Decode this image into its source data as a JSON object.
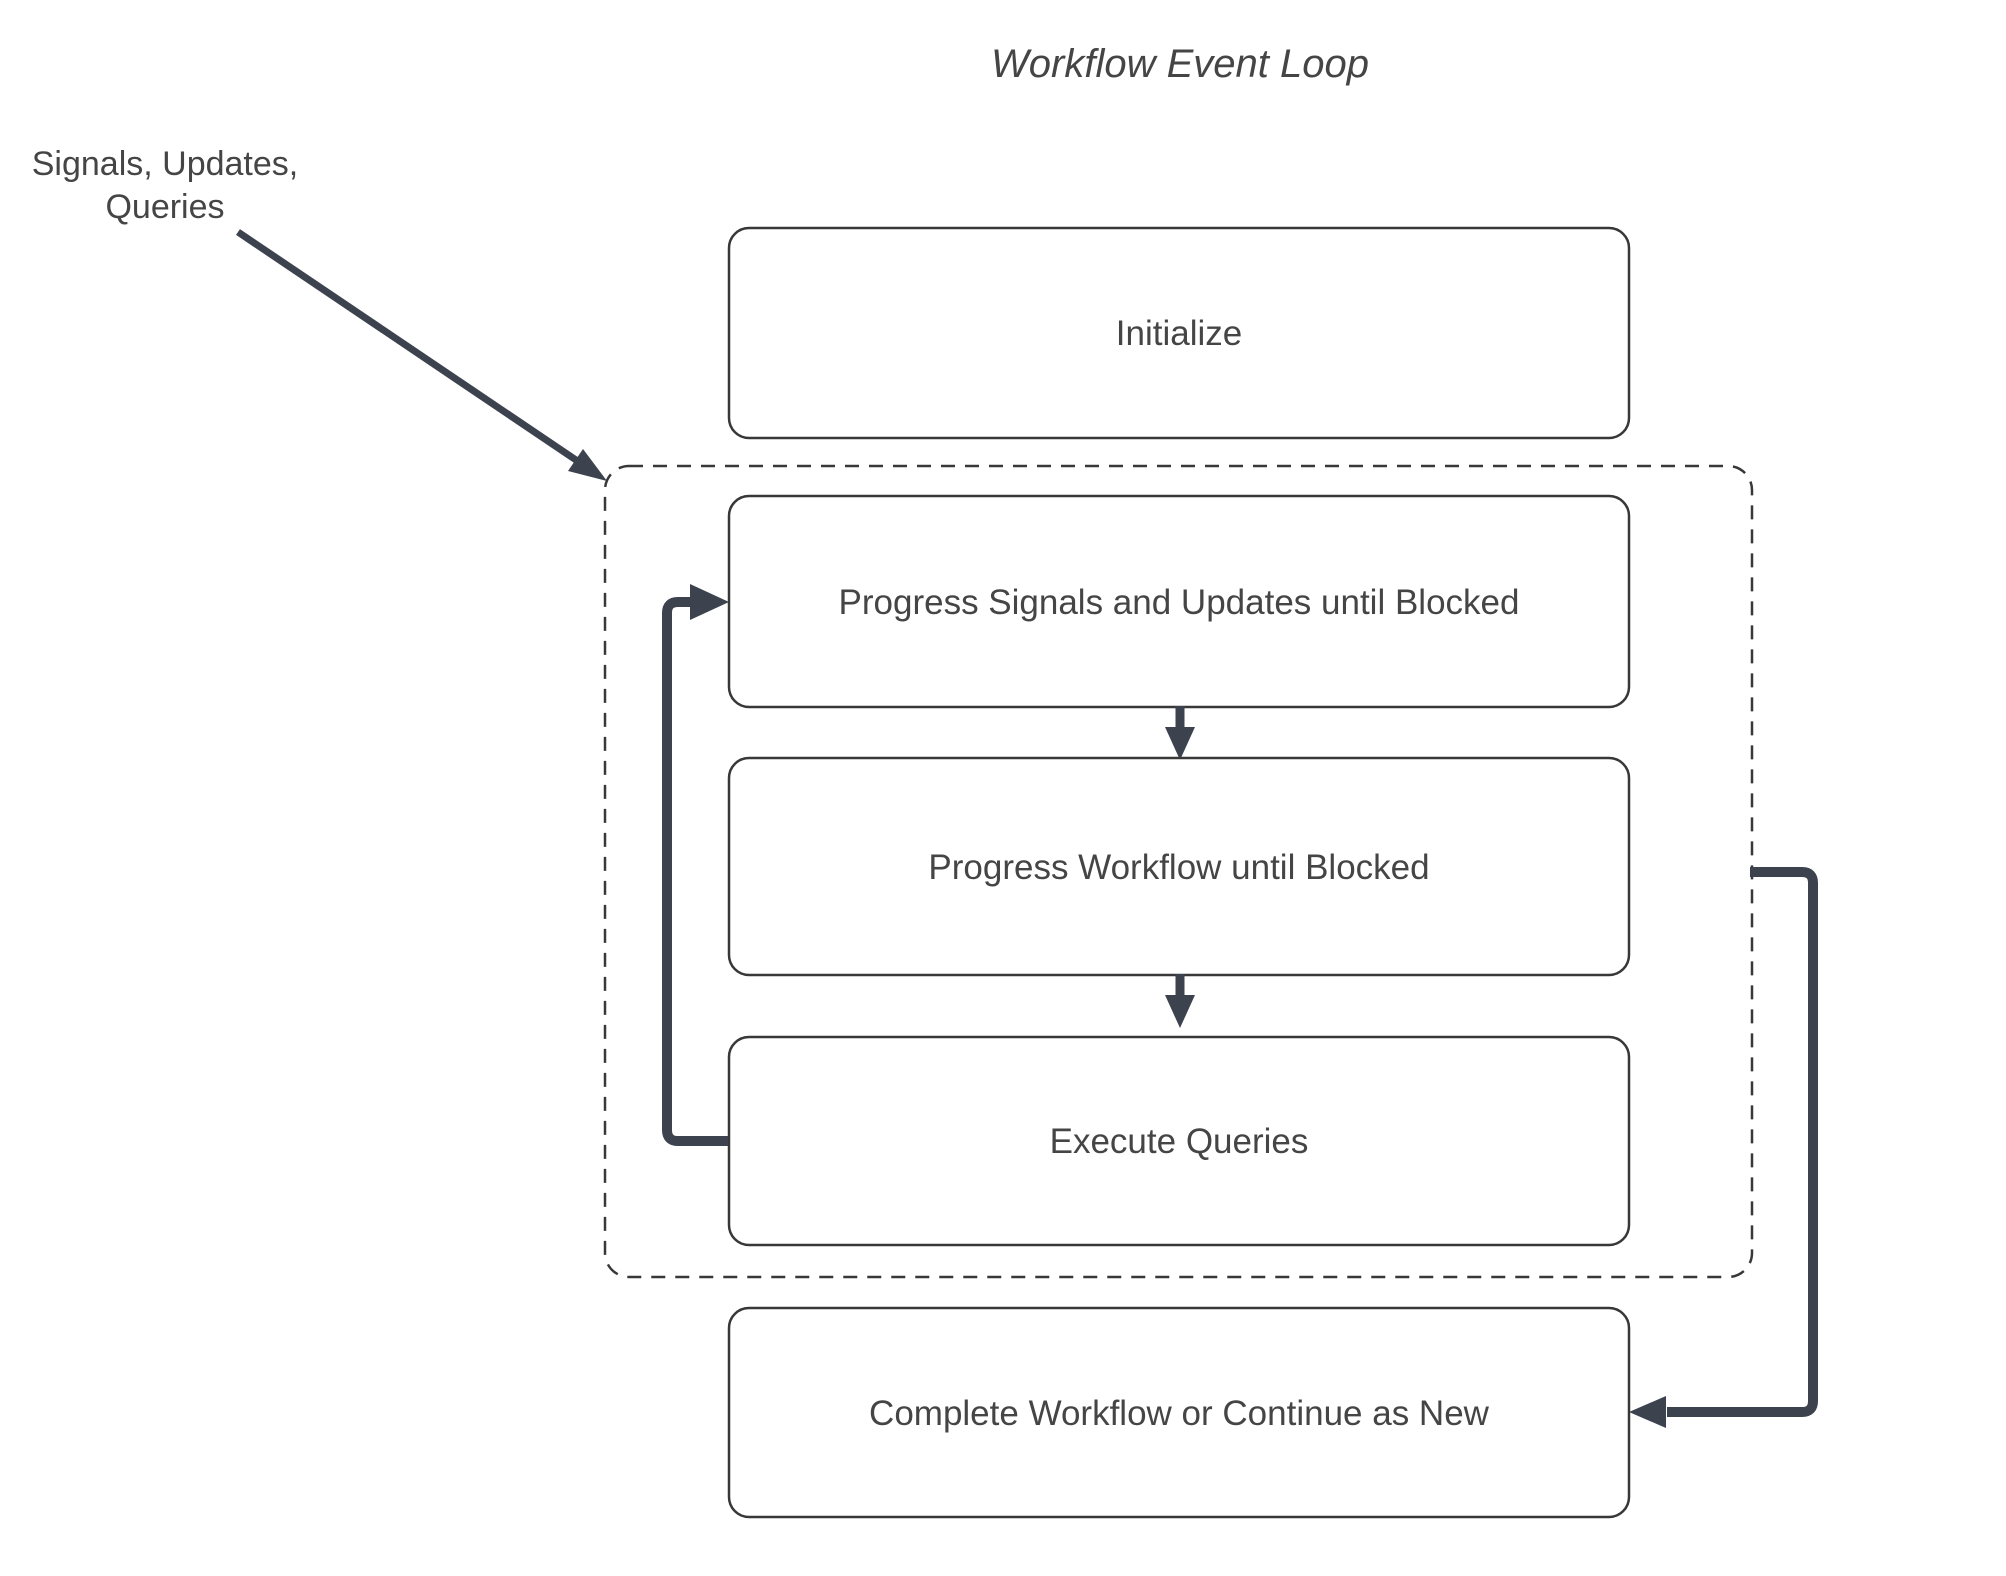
{
  "title": "Workflow Event Loop",
  "external_input_label": {
    "line1": "Signals, Updates,",
    "line2": "Queries"
  },
  "nodes": [
    {
      "id": "initialize",
      "label": "Initialize"
    },
    {
      "id": "progress-signals",
      "label": "Progress Signals and Updates until Blocked"
    },
    {
      "id": "progress-workflow",
      "label": "Progress Workflow until Blocked"
    },
    {
      "id": "execute-queries",
      "label": "Execute Queries"
    },
    {
      "id": "complete-workflow",
      "label": "Complete Workflow or Continue as New"
    }
  ],
  "colors": {
    "arrow_line": "#3c424e",
    "box_border": "#383838",
    "text": "#454545",
    "box_fill": "#ffffff",
    "background": "#ffffff"
  }
}
